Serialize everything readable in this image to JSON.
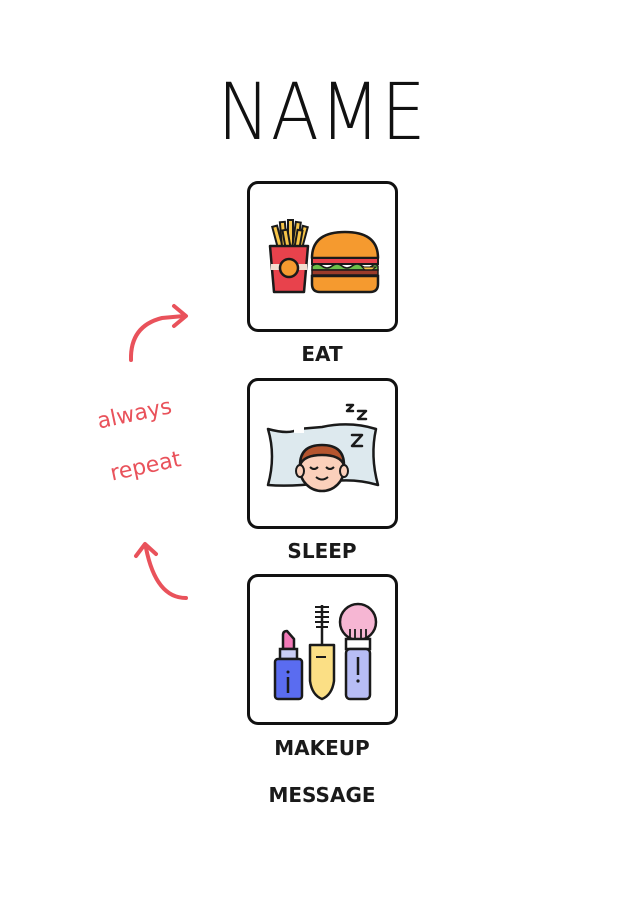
{
  "title": "NAME",
  "steps": [
    {
      "label": "EAT",
      "icon": "fries-burger-icon"
    },
    {
      "label": "SLEEP",
      "icon": "sleeping-face-icon"
    },
    {
      "label": "MAKEUP",
      "icon": "makeup-icon"
    }
  ],
  "message": "MESSAGE",
  "annotation": {
    "line1": "always",
    "line2": "repeat",
    "color": "#e9525b"
  }
}
